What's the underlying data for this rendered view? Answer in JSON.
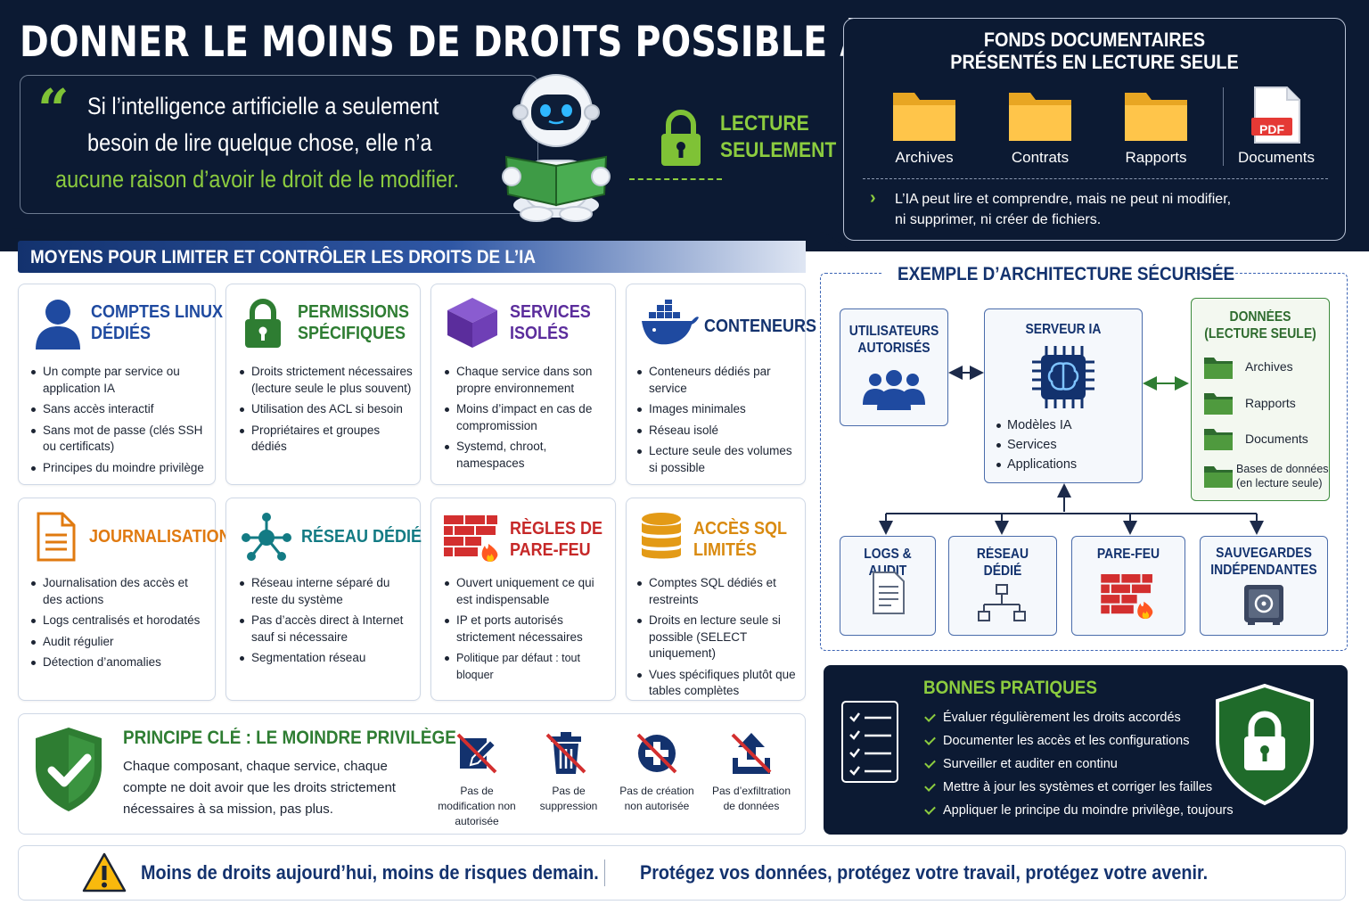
{
  "header": {
    "title": "DONNER LE MOINS DE DROITS POSSIBLE À L’IA",
    "quote_line1": "Si l’intelligence artificielle a seulement",
    "quote_line2": "besoin de lire quelque chose, elle n’a",
    "quote_line3": "aucune raison d’avoir le droit de le modifier.",
    "read_only_line1": "LECTURE",
    "read_only_line2": "SEULEMENT"
  },
  "fonds": {
    "title_line1": "FONDS DOCUMENTAIRES",
    "title_line2": "PRÉSENTÉS EN LECTURE SEULE",
    "folders": [
      "Archives",
      "Contrats",
      "Rapports"
    ],
    "documents_label": "Documents",
    "pdf_badge": "PDF",
    "note_line1": "L’IA peut lire et comprendre, mais ne peut ni modifier,",
    "note_line2": "ni supprimer, ni créer de fichiers."
  },
  "moyens": {
    "title": "MOYENS POUR LIMITER ET CONTRÔLER LES DROITS DE L’IA",
    "cards": [
      {
        "title1": "COMPTES LINUX",
        "title2": "DÉDIÉS",
        "icon": "user-icon",
        "color": "#1f4aa0",
        "items": [
          "Un compte par service ou application IA",
          "Sans accès interactif",
          "Sans mot de passe (clés SSH ou certificats)",
          "Principes du moindre privilège"
        ]
      },
      {
        "title1": "PERMISSIONS",
        "title2": "SPÉCIFIQUES",
        "icon": "padlock-icon",
        "color": "#2e7d32",
        "items": [
          "Droits strictement nécessaires (lecture seule le plus souvent)",
          "Utilisation des ACL si besoin",
          "Propriétaires et groupes dédiés"
        ]
      },
      {
        "title1": "SERVICES",
        "title2": "ISOLÉS",
        "icon": "cube-icon",
        "color": "#5b2d9c",
        "items": [
          "Chaque service dans son propre environnement",
          "Moins d’impact en cas de compromission",
          "Systemd, chroot, namespaces"
        ]
      },
      {
        "title1": "CONTENEURS",
        "title2": "",
        "icon": "docker-icon",
        "color": "#13326e",
        "items": [
          "Conteneurs dédiés par service",
          "Images minimales",
          "Réseau isolé",
          "Lecture seule des volumes si possible"
        ]
      },
      {
        "title1": "JOURNALISATION",
        "title2": "",
        "icon": "log-document-icon",
        "color": "#e07a10",
        "items": [
          "Journalisation des accès et des actions",
          "Logs centralisés et horodatés",
          "Audit régulier",
          "Détection d’anomalies"
        ]
      },
      {
        "title1": "RÉSEAU DÉDIÉ",
        "title2": "",
        "icon": "network-hub-icon",
        "color": "#137b84",
        "items": [
          "Réseau interne séparé du reste du système",
          "Pas d’accès direct à Internet sauf si nécessaire",
          "Segmentation réseau"
        ]
      },
      {
        "title1": "RÈGLES DE",
        "title2": "PARE-FEU",
        "icon": "firewall-icon",
        "color": "#c62828",
        "items": [
          "Ouvert uniquement ce qui est indispensable",
          "IP et ports autorisés strictement nécessaires",
          "Politique par défaut : tout bloquer"
        ]
      },
      {
        "title1": "ACCÈS SQL",
        "title2": "LIMITÉS",
        "icon": "database-icon",
        "color": "#d98a10",
        "items": [
          "Comptes SQL dédiés et restreints",
          "Droits en lecture seule si possible (SELECT uniquement)",
          "Vues spécifiques plutôt que tables complètes"
        ]
      }
    ]
  },
  "principe": {
    "title": "PRINCIPE CLÉ : LE MOINDRE PRIVILÈGE",
    "text": "Chaque composant, chaque service, chaque compte ne doit avoir que les droits strictement nécessaires à sa mission, pas plus.",
    "icons": [
      {
        "icon": "no-edit-icon",
        "label": "Pas de modification non autorisée"
      },
      {
        "icon": "no-delete-icon",
        "label": "Pas de suppression"
      },
      {
        "icon": "no-create-icon",
        "label": "Pas de création non autorisée"
      },
      {
        "icon": "no-exfiltration-icon",
        "label": "Pas d’exfiltration de données"
      }
    ]
  },
  "architecture": {
    "title": "EXEMPLE D’ARCHITECTURE SÉCURISÉE",
    "users_line1": "UTILISATEURS",
    "users_line2": "AUTORISÉS",
    "server_title": "SERVEUR IA",
    "server_items": [
      "Modèles IA",
      "Services",
      "Applications"
    ],
    "data_line1": "DONNÉES",
    "data_line2": "(LECTURE SEULE)",
    "data_items": [
      "Archives",
      "Rapports",
      "Documents"
    ],
    "data_db_line1": "Bases de données",
    "data_db_line2": "(en lecture seule)",
    "logs_title": "LOGS & AUDIT",
    "network_line1": "RÉSEAU",
    "network_line2": "DÉDIÉ",
    "firewall_title": "PARE-FEU",
    "backup_line1": "SAUVEGARDES",
    "backup_line2": "INDÉPENDANTES"
  },
  "bonnes_pratiques": {
    "title": "BONNES PRATIQUES",
    "items": [
      "Évaluer régulièrement les droits accordés",
      "Documenter les accès et les configurations",
      "Surveiller et auditer en continu",
      "Mettre à jour les systèmes et corriger les failles",
      "Appliquer le principe du moindre privilège, toujours"
    ]
  },
  "footer": {
    "left": "Moins de droits aujourd’hui, moins de risques demain.",
    "right": "Protégez vos données, protégez votre travail, protégez votre avenir."
  },
  "colors": {
    "navy": "#0c1a33",
    "green": "#8ccc3f",
    "dark_green": "#2e7d32",
    "blue": "#13326e"
  }
}
